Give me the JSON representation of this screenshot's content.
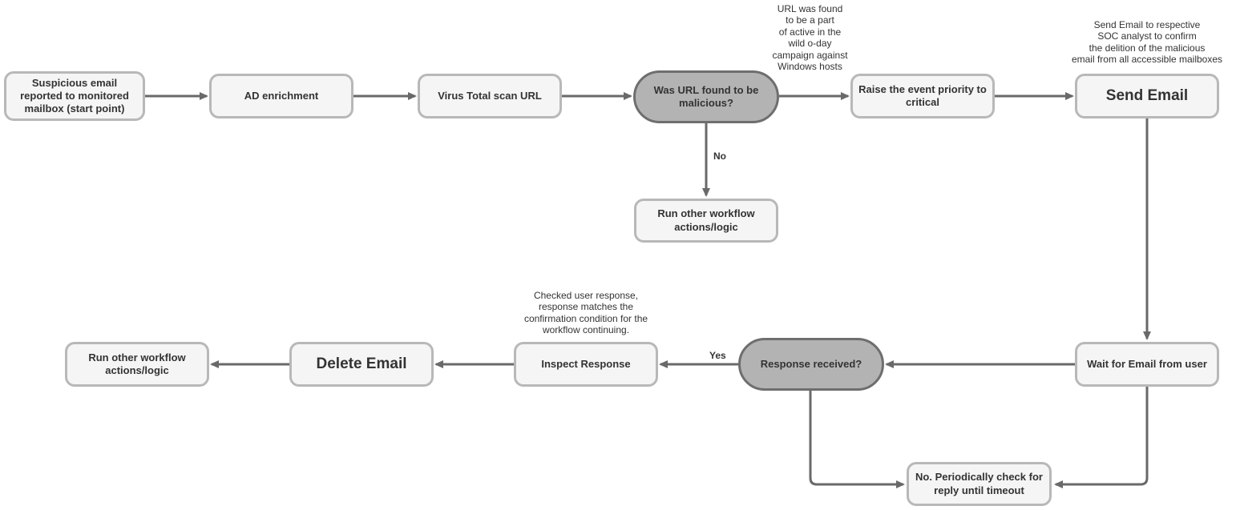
{
  "colors": {
    "node_fill": "#f5f5f5",
    "node_border": "#b8b8b8",
    "decision_fill": "#b3b3b3",
    "decision_border": "#6e6e6e",
    "arrow": "#696969",
    "text": "#333333"
  },
  "nodes": {
    "start": {
      "label": "Suspicious email\nreported to monitored\nmailbox (start point)"
    },
    "ad_enrichment": {
      "label": "AD enrichment"
    },
    "virus_total": {
      "label": "Virus Total scan URL"
    },
    "url_malicious_decision": {
      "label": "Was URL found to be\nmalicious?"
    },
    "raise_priority": {
      "label": "Raise the event priority to\ncritical"
    },
    "send_email": {
      "label": "Send Email"
    },
    "run_other_top": {
      "label": "Run other workflow\nactions/logic"
    },
    "run_other_bottom": {
      "label": "Run other workflow\nactions/logic"
    },
    "delete_email": {
      "label": "Delete Email"
    },
    "inspect_response": {
      "label": "Inspect Response"
    },
    "response_received_decision": {
      "label": "Response received?"
    },
    "wait_for_email": {
      "label": "Wait for Email from user"
    },
    "periodic_check": {
      "label": "No. Periodically check for\nreply until timeout"
    }
  },
  "edge_labels": {
    "no": "No",
    "yes": "Yes"
  },
  "annotations": {
    "zero_day_campaign": "URL was found\nto be a part\nof active in the\nwild o-day\ncampaign against\nWindows hosts",
    "send_email_note": "Send Email to respective\nSOC analyst to confirm\nthe delition of the malicious\nemail from all accessible mailboxes",
    "inspect_note": "Checked user response,\nresponse matches the\nconfirmation condition for the\nworkflow continuing."
  }
}
